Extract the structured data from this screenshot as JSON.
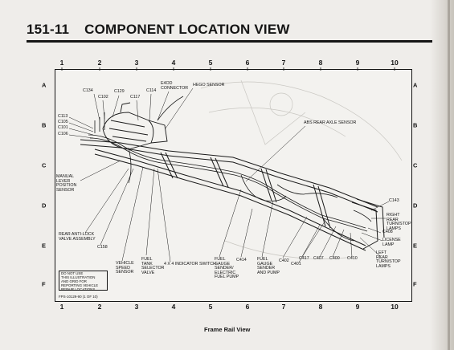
{
  "header": {
    "section_number": "151-11",
    "title": "COMPONENT LOCATION VIEW"
  },
  "grid": {
    "columns": [
      "1",
      "2",
      "3",
      "4",
      "5",
      "6",
      "7",
      "8",
      "9",
      "10"
    ],
    "rows": [
      "A",
      "B",
      "C",
      "D",
      "E",
      "F"
    ]
  },
  "callouts": {
    "c134": "C134",
    "c102": "C102",
    "c129": "C129",
    "c117": "C117",
    "c114": "C114",
    "e4od": "E4OD\nCONNECTOR",
    "hego": "HEGO SENSOR",
    "c113": "C113",
    "c105": "C105",
    "c101": "C101",
    "c106": "C106",
    "abs_rear": "ABS REAR AXLE SENSOR",
    "manual_lever": "MANUAL\nLEVER\nPOSITION\nSENSOR",
    "c143": "C143",
    "right_rear": "RIGHT\nREAR\nTURN/STOP\nLAMPS",
    "c408": "C408",
    "license": "LICENSE\nLAMP",
    "rear_antilock": "REAR ANTI-LOCK\nVALVE ASSEMBLY",
    "c158": "C158",
    "vss": "VEHICLE\nSPEED\nSENSOR",
    "fuel_tank_selector": "FUEL\nTANK\nSELECTOR\nVALVE",
    "four_by_four": "4 X 4 INDICATOR SWITCH",
    "fuel_gauge_elec": "FUEL\nGAUGE\nSENDER/\nELECTRIC\nFUEL PUMP",
    "c414": "C414",
    "fuel_gauge_pump": "FUEL\nGAUGE\nSENDER\nAND PUMP",
    "c402": "C402",
    "c417": "C417",
    "c401": "C401",
    "c407": "C407",
    "c400": "C400",
    "c410": "C410",
    "left_rear": "LEFT\nREAR\nTURN/STOP\nLAMPS"
  },
  "notice": "DO NOT USE\nTHIS ILLUSTRATION\nAND GRID FOR\nREPORTING VEHICLE\nREPAIR LOCATIONS",
  "figure_ref": "FPS-10129-90 (1 OF 10)",
  "caption": "Frame Rail View"
}
